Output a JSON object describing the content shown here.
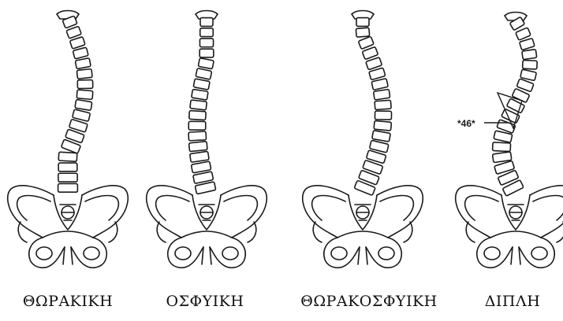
{
  "panels": [
    {
      "label": "ΘΩΡΑΚΙΚΗ"
    },
    {
      "label": "ΟΣΦΥΙΚΗ"
    },
    {
      "label": "ΘΩΡΑΚΟΣΦΥΙΚΗ"
    },
    {
      "label": "ΔΙΠΛΗ",
      "angle_label": "*46*"
    }
  ],
  "colors": {
    "ink": "#1a1a1a",
    "background": "#ffffff"
  }
}
